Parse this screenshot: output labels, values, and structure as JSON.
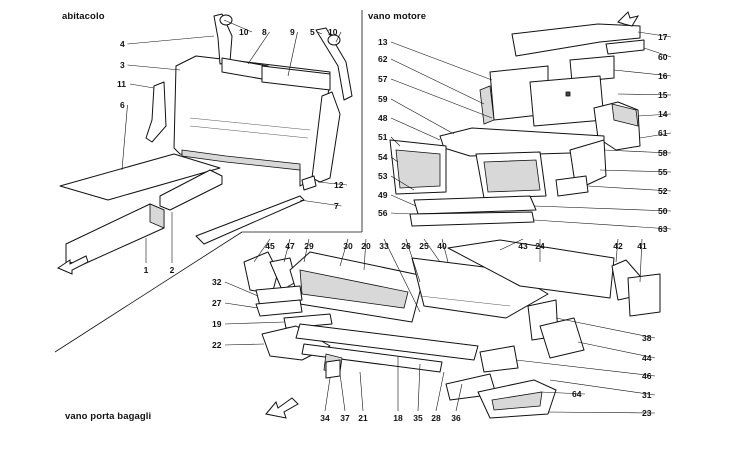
{
  "sections": {
    "cabin": "abitacolo",
    "engine_bay": "vano motore",
    "luggage": "vano porta bagagli"
  },
  "callouts": {
    "abitacolo": [
      "4",
      "10",
      "8",
      "9",
      "5",
      "10",
      "3",
      "11",
      "6",
      "12",
      "7",
      "1",
      "2"
    ],
    "vano_motore": [
      "17",
      "13",
      "60",
      "62",
      "16",
      "57",
      "15",
      "59",
      "14",
      "48",
      "61",
      "51",
      "58",
      "54",
      "55",
      "53",
      "52",
      "49",
      "50",
      "56",
      "63"
    ],
    "vano_porta_bagagli": [
      "45",
      "47",
      "29",
      "30",
      "20",
      "33",
      "26",
      "25",
      "40",
      "43",
      "24",
      "42",
      "41",
      "32",
      "27",
      "19",
      "38",
      "22",
      "44",
      "46",
      "31",
      "64",
      "34",
      "37",
      "21",
      "18",
      "35",
      "28",
      "36",
      "23"
    ]
  }
}
